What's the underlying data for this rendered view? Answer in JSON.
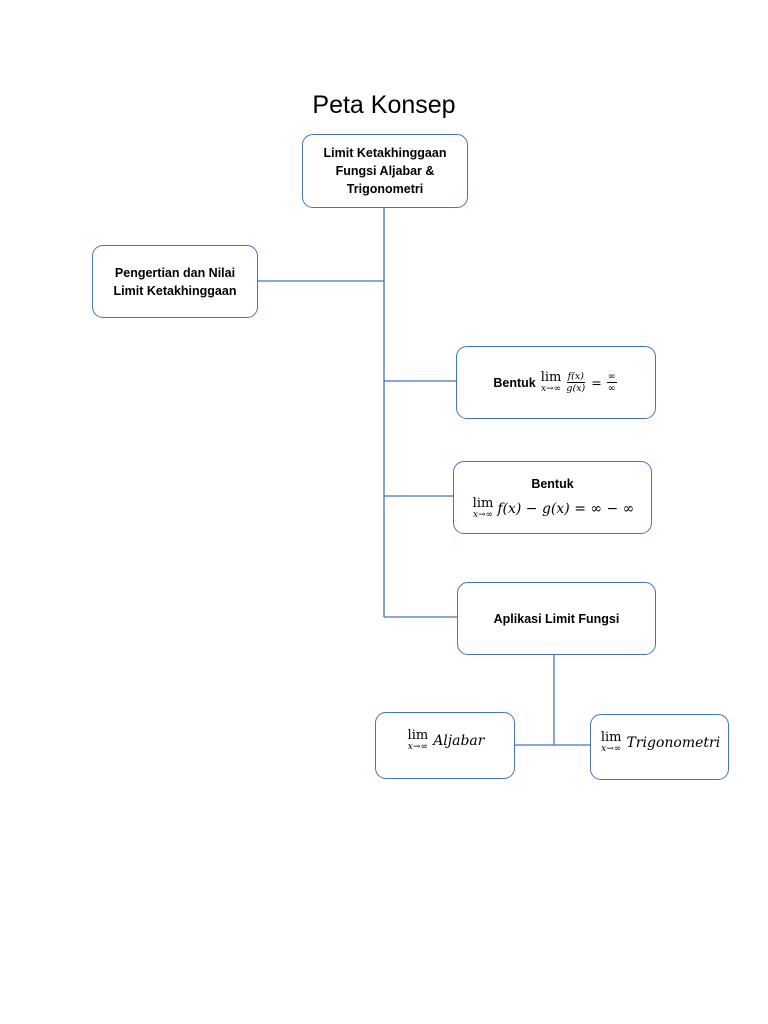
{
  "title": "Peta Konsep",
  "root": {
    "lines": [
      "Limit Ketakhinggaan",
      "Fungsi Aljabar &",
      "Trigonometri"
    ]
  },
  "pengertian": {
    "lines": [
      "Pengertian dan Nilai",
      "Limit Ketakhinggaan"
    ]
  },
  "bentuk_fraction": {
    "label": "Bentuk",
    "lim_word": "lim",
    "lim_sub": "x→∞",
    "numerator": "f(x)",
    "denominator": "g(x)",
    "equals": "=",
    "result_numerator": "∞",
    "result_denominator": "∞"
  },
  "bentuk_difference": {
    "label": "Bentuk",
    "lim_word": "lim",
    "lim_sub": "x→∞",
    "expression": "f(x) − g(x) = ∞ − ∞"
  },
  "aplikasi": {
    "label": "Aplikasi Limit Fungsi"
  },
  "aljabar": {
    "lim_word": "lim",
    "lim_sub": "x→∞",
    "label": "Aljabar"
  },
  "trigonometri": {
    "lim_word": "lim",
    "lim_sub": "x→∞",
    "label": "Trigonometri"
  },
  "colors": {
    "border": "#4472c4",
    "connector": "#4472c4"
  }
}
